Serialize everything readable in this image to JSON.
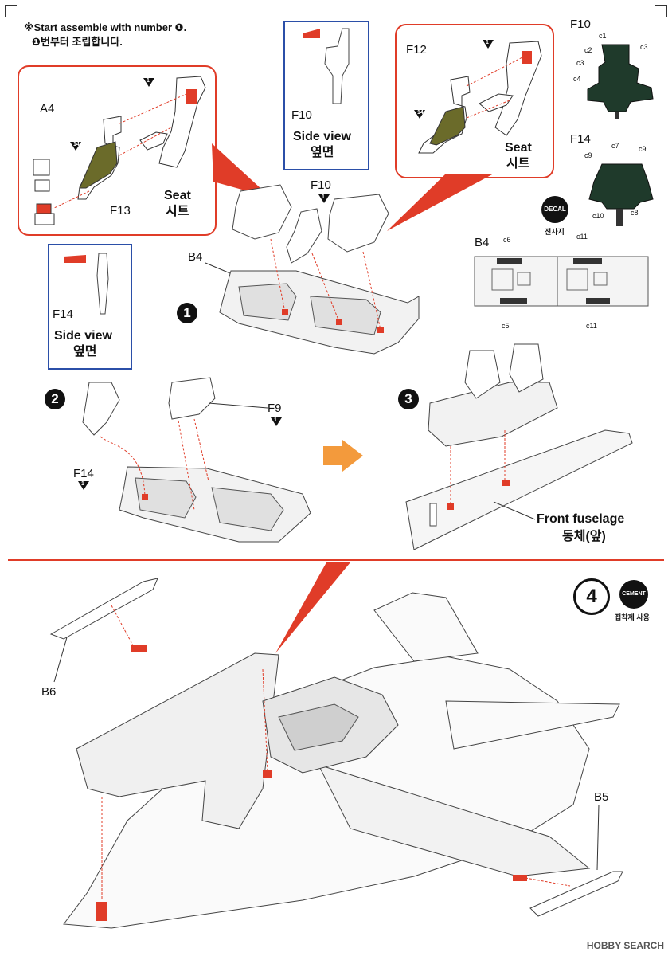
{
  "notes": {
    "line1": "※Start assemble with number ❶.",
    "line2": "❶번부터 조립합니다."
  },
  "decals": {
    "f10": {
      "title": "F10",
      "labels": [
        "c1",
        "c2",
        "c3",
        "c3",
        "c4"
      ]
    },
    "f14": {
      "title": "F14",
      "labels": [
        "c9",
        "c7",
        "c9",
        "c10",
        "c8"
      ]
    },
    "decal_badge": "DECAL",
    "decal_caption": "전사지",
    "b4": {
      "title": "B4",
      "labels": [
        "c6",
        "c11",
        "c5",
        "c11"
      ]
    }
  },
  "box_a": {
    "part_a4": "A4",
    "part_f13": "F13",
    "seat_en": "Seat",
    "seat_ko": "시트",
    "tri1": "1",
    "tri14": "14"
  },
  "box_b": {
    "part_f12": "F12",
    "seat_en": "Seat",
    "seat_ko": "시트",
    "tri1": "1",
    "tri14": "14"
  },
  "side_view_f10": {
    "part": "F10",
    "en": "Side view",
    "ko": "옆면"
  },
  "side_view_f14": {
    "part": "F14",
    "en": "Side view",
    "ko": "옆면"
  },
  "step1": {
    "num": "1",
    "b4": "B4",
    "f10": "F10",
    "tri": "1"
  },
  "step2": {
    "num": "2",
    "f14": "F14",
    "f9": "F9",
    "tri_a": "1",
    "tri_b": "1"
  },
  "step3": {
    "num": "3",
    "fuselage_en": "Front fuselage",
    "fuselage_ko": "동체(앞)"
  },
  "step4": {
    "num": "4",
    "b6": "B6",
    "b5": "B5",
    "cement_badge": "CEMENT",
    "cement_caption": "접착제 사용"
  },
  "watermark": "HOBBY SEARCH",
  "colors": {
    "accent_red": "#e03c28",
    "frame_blue": "#2b4fa8",
    "decal_green": "#1f3a2b",
    "seat_olive": "#6b6b2a"
  }
}
